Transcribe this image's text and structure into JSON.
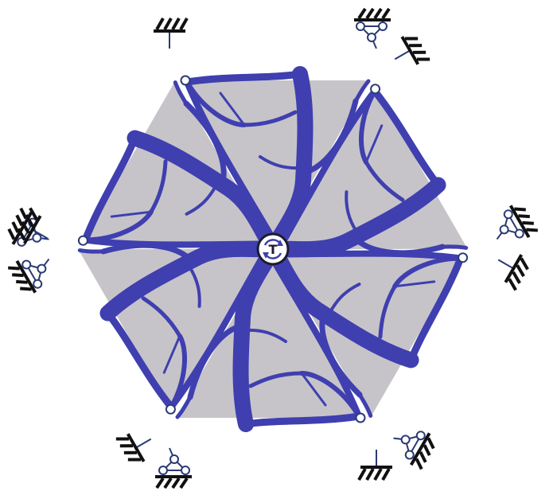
{
  "diagram": {
    "center_label": "T",
    "colors": {
      "background": "#ffffff",
      "design_domain": "#c6c4c8",
      "material": "#3f3fb0",
      "support_line": "#2b3a75",
      "hatch": "#111111"
    },
    "sectors": [
      {
        "id": "top",
        "label": ""
      },
      {
        "id": "top-right",
        "label": ""
      },
      {
        "id": "bottom-right",
        "label": ""
      },
      {
        "id": "bottom",
        "label": ""
      },
      {
        "id": "bottom-left",
        "label": ""
      },
      {
        "id": "top-left",
        "label": ""
      }
    ]
  }
}
